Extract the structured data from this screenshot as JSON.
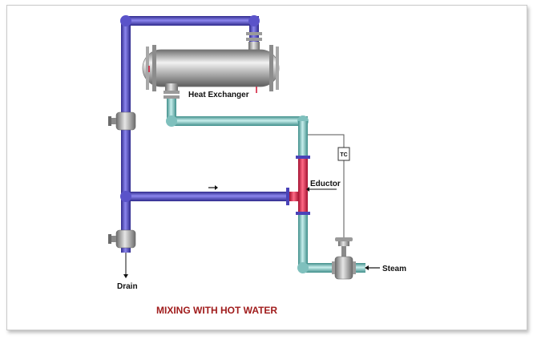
{
  "diagram": {
    "title": "MIXING WITH HOT WATER",
    "labels": {
      "heat_exchanger": "Heat Exchanger",
      "eductor": "Eductor",
      "steam": "Steam",
      "drain": "Drain",
      "tc": "TC"
    },
    "colors": {
      "hot_pipe": "#4a43b8",
      "return_pipe": "#7fc0bd",
      "eductor": "#e8214a",
      "vessel": "#9a9a9a",
      "title": "#a01c1c"
    }
  }
}
